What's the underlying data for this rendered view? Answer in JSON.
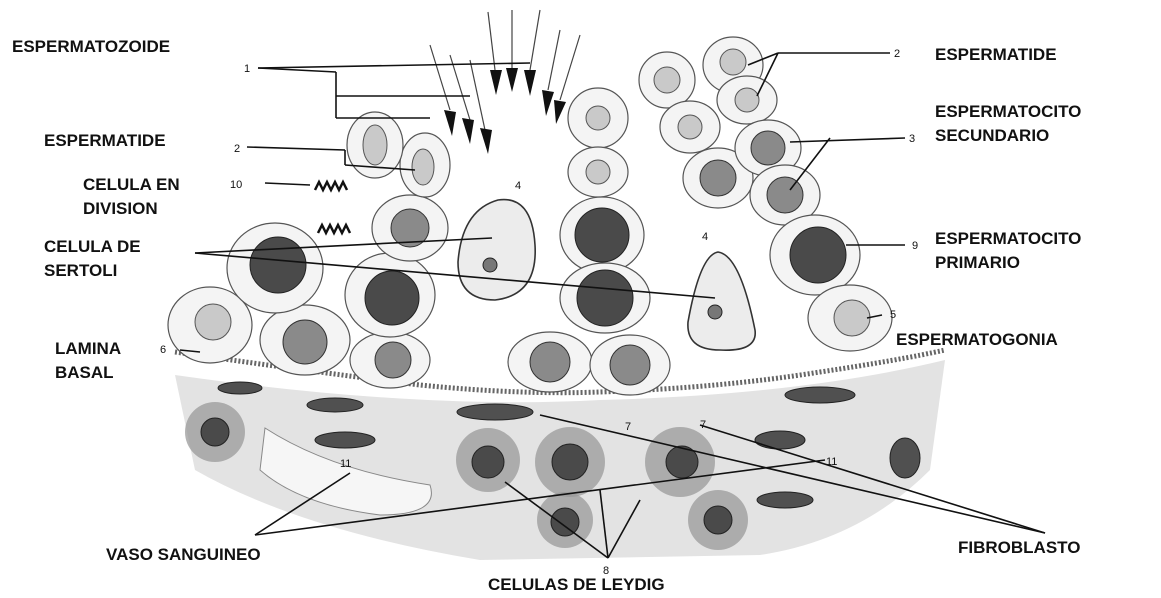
{
  "labels": {
    "espermatozoide": "ESPERMATOZOIDE",
    "espermatide_right": "ESPERMATIDE",
    "espermatocito_secundario_1": "ESPERMATOCITO",
    "espermatocito_secundario_2": "SECUNDARIO",
    "espermatide_left": "ESPERMATIDE",
    "celula_division_1": "CELULA EN",
    "celula_division_2": "DIVISION",
    "celula_sertoli_1": "CELULA DE",
    "celula_sertoli_2": "SERTOLI",
    "espermatocito_primario_1": "ESPERMATOCITO",
    "espermatocito_primario_2": "PRIMARIO",
    "lamina_1": "LAMINA",
    "lamina_2": "BASAL",
    "espermatogonia": "ESPERMATOGONIA",
    "vaso_sanguineo": "VASO SANGUINEO",
    "fibroblasto": "FIBROBLASTO",
    "celulas_leydig": "CELULAS DE LEYDIG"
  },
  "numbers": {
    "n1": "1",
    "n2_right": "2",
    "n3": "3",
    "n2_left": "2",
    "n10": "10",
    "n4_left": "4",
    "n4_right": "4",
    "n9": "9",
    "n5": "5",
    "n6": "6",
    "n7_left": "7",
    "n7_right": "7",
    "n11_left": "11",
    "n11_right": "11",
    "n8": "8"
  }
}
